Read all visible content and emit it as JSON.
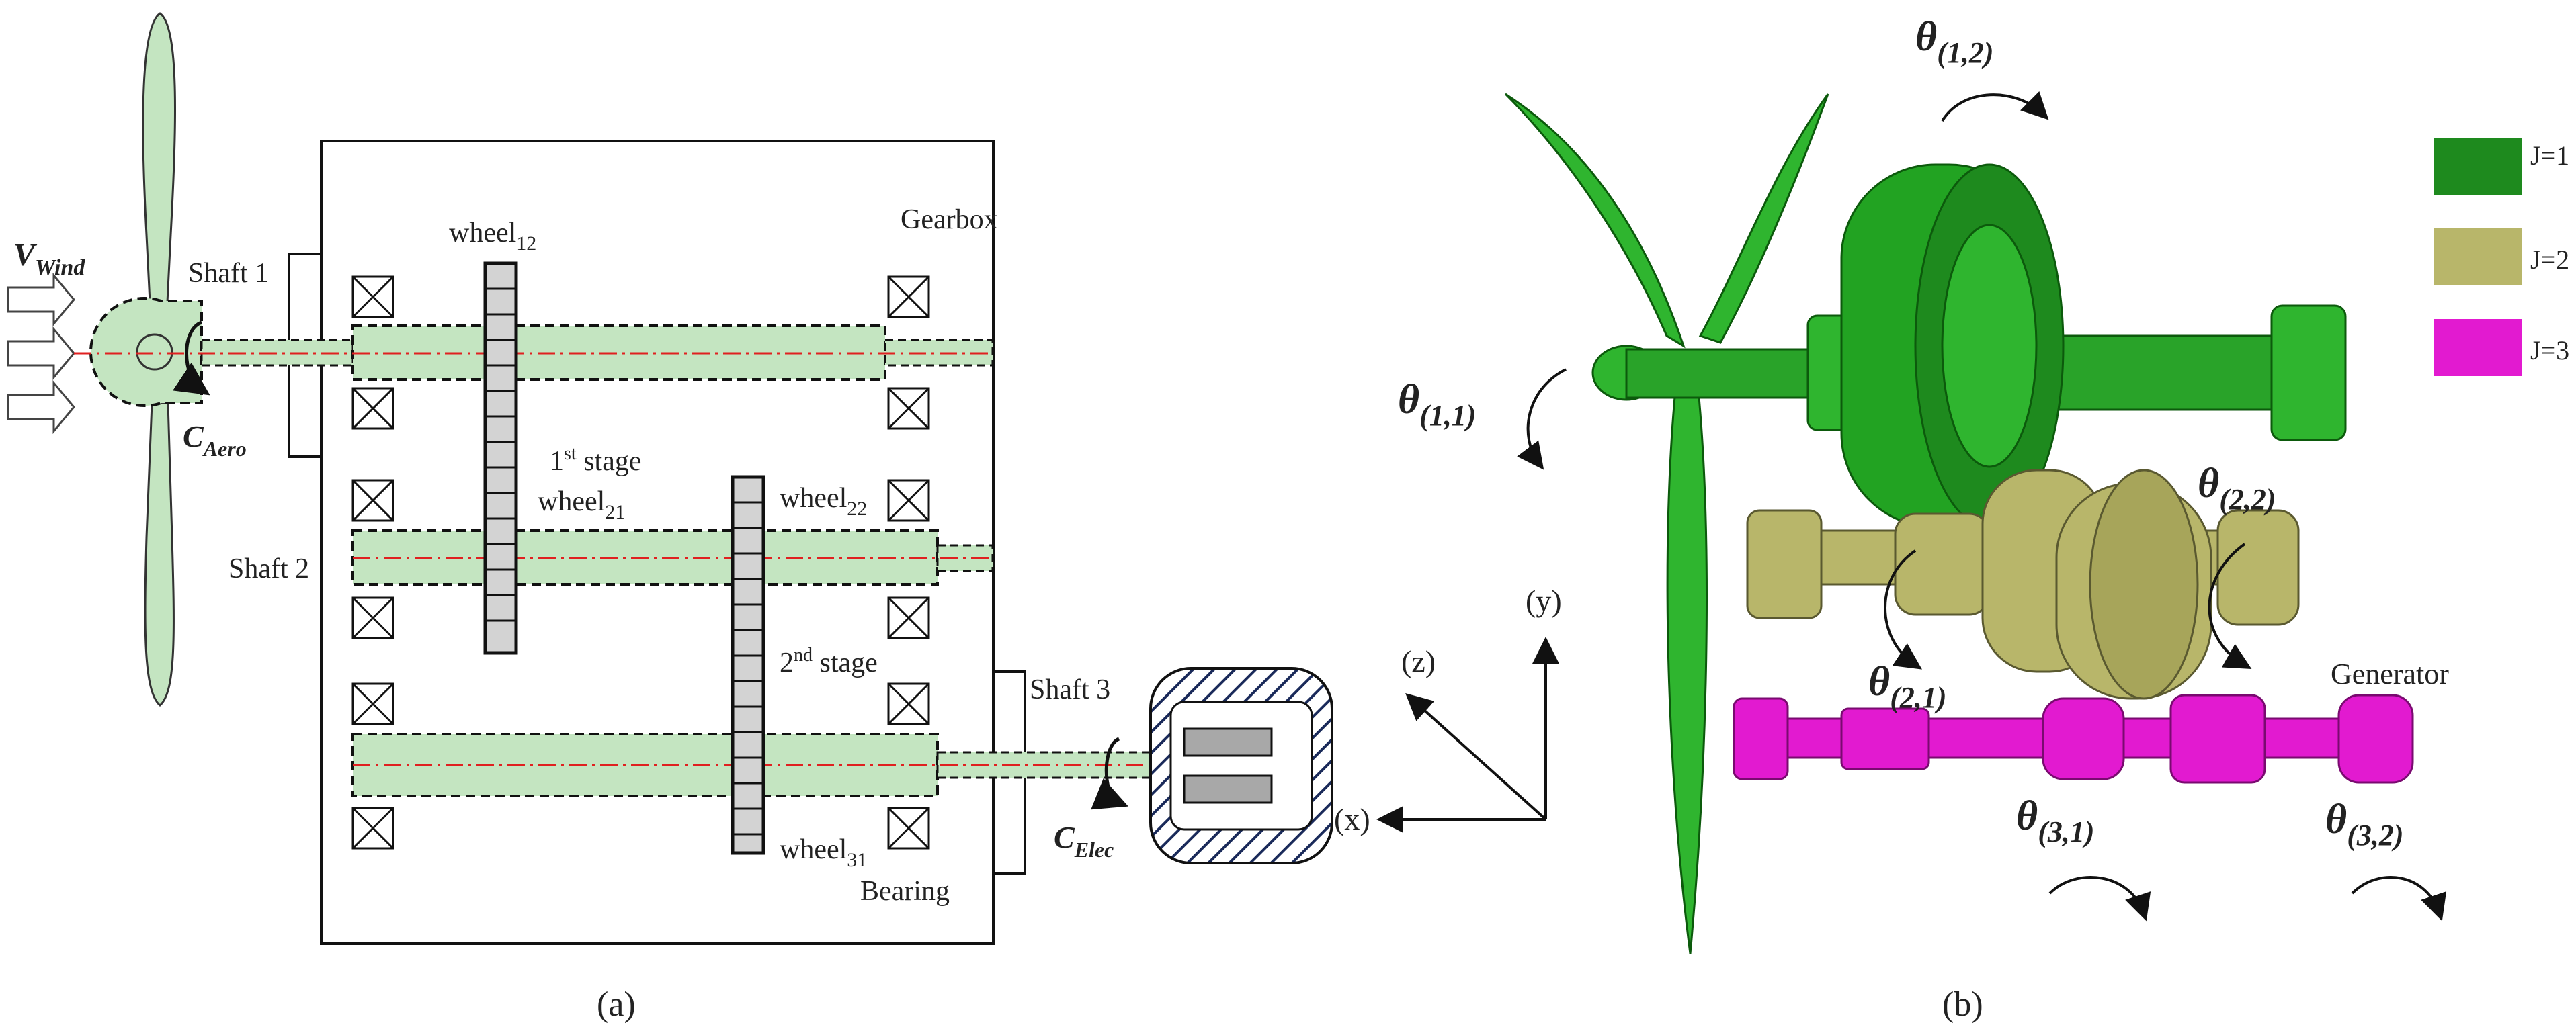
{
  "panel_a": {
    "caption": "(a)",
    "wind_label": "V",
    "wind_sub": "Wind",
    "aero_label": "C",
    "aero_sub": "Aero",
    "elec_label": "C",
    "elec_sub": "Elec",
    "gearbox_label": "Gearbox",
    "bearing_label": "Bearing",
    "shaft_labels": [
      "Shaft 1",
      "Shaft 2",
      "Shaft 3"
    ],
    "wheel12": {
      "base": "wheel",
      "sub": "12"
    },
    "wheel21": {
      "base": "wheel",
      "sub": "21"
    },
    "wheel22": {
      "base": "wheel",
      "sub": "22"
    },
    "wheel31": {
      "base": "wheel",
      "sub": "31"
    },
    "stage1": {
      "num": "1",
      "sup": "st",
      "word": " stage"
    },
    "stage2": {
      "num": "2",
      "sup": "nd",
      "word": "  stage"
    }
  },
  "panel_b": {
    "caption": "(b)",
    "generator_label": "Generator",
    "axes": {
      "x": "(x)",
      "y": "(y)",
      "z": "(z)"
    },
    "theta_symbol": "θ",
    "thetas": [
      "(1,1)",
      "(1,2)",
      "(2,1)",
      "(2,2)",
      "(3,1)",
      "(3,2)"
    ],
    "legend": [
      {
        "label": "J=1",
        "color": "#1e8a1e"
      },
      {
        "label": "J=2",
        "color": "#b8b66a"
      },
      {
        "label": "J=3",
        "color": "#e21ad0"
      }
    ]
  },
  "colors": {
    "shaft_fill": "#c4e5c1",
    "wheel_fill": "#d3d3d3",
    "center_line": "#e02020",
    "gear_green": "#1e9a1e",
    "gear_olive": "#b8b66a",
    "gear_magenta": "#e21ad0",
    "housing_hatch": "#1a2a5a"
  }
}
